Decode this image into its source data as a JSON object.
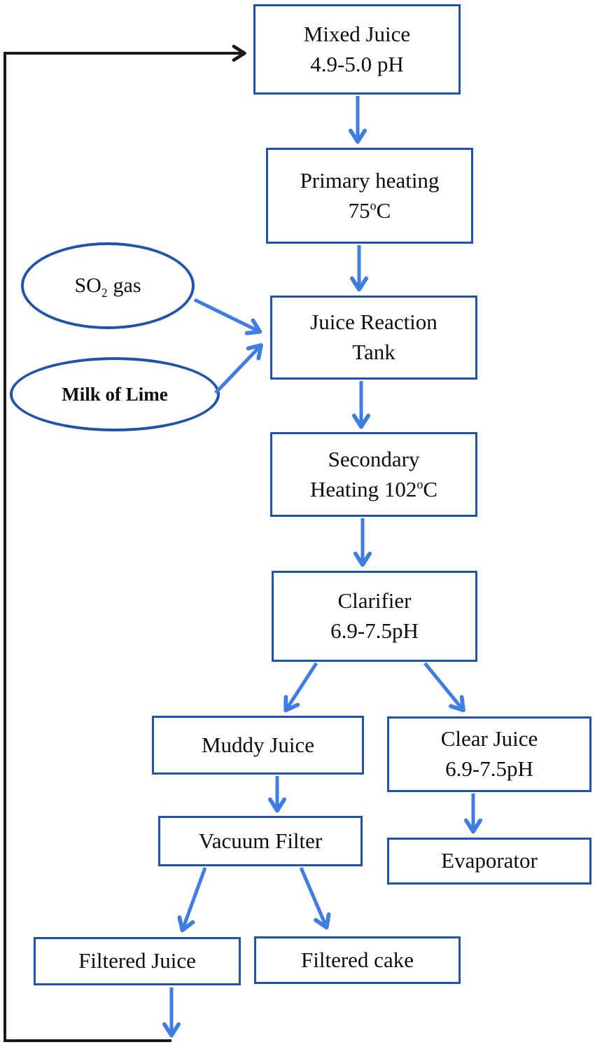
{
  "diagram": {
    "description": "Sugar mill juice clarification process flowchart",
    "nodes": {
      "mixed_juice": {
        "line1": "Mixed Juice",
        "line2": "4.9-5.0 pH"
      },
      "primary_heating": {
        "line1": "Primary heating",
        "temp_value": "75",
        "temp_sup": "o",
        "temp_unit": "C"
      },
      "juice_reaction_tank": {
        "line1": "Juice Reaction",
        "line2": "Tank"
      },
      "secondary_heating": {
        "line1": "Secondary",
        "line2_prefix": "Heating 102",
        "temp_sup": "o",
        "temp_unit": "C"
      },
      "clarifier": {
        "line1": "Clarifier",
        "line2": "6.9-7.5pH"
      },
      "muddy_juice": {
        "label": "Muddy Juice"
      },
      "clear_juice": {
        "line1": "Clear Juice",
        "line2": "6.9-7.5pH"
      },
      "vacuum_filter": {
        "label": "Vacuum Filter"
      },
      "evaporator": {
        "label": "Evaporator"
      },
      "filtered_juice": {
        "label": "Filtered Juice"
      },
      "filtered_cake": {
        "label": "Filtered cake"
      }
    },
    "inputs": {
      "so2_gas": {
        "prefix": "SO",
        "sub": "2",
        "suffix": "gas"
      },
      "milk_of_lime": {
        "label": "Milk of Lime"
      }
    },
    "colors": {
      "box_border": "#2154a8",
      "ellipse_border": "#2154a8",
      "arrow_blue": "#3f7de0",
      "recycle_line_black": "#1a1a1a",
      "text": "#0d0d0d",
      "background": "#ffffff"
    }
  }
}
